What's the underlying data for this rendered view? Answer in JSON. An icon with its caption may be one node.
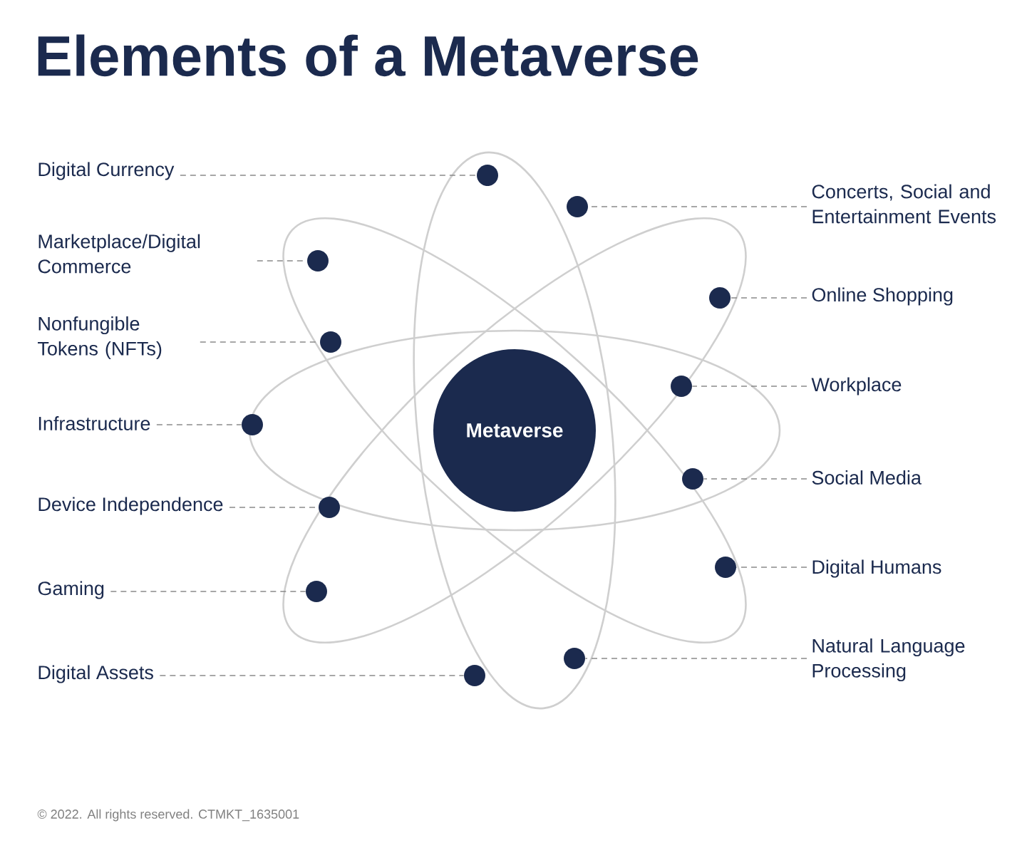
{
  "diagram": {
    "title": "Elements of a Metaverse",
    "nodes": [
      {
        "text": [
          "Metaverse"
        ]
      },
      {
        "text": [
          "Digital Currency"
        ]
      },
      {
        "text": [
          "Marketplace/Digital Commerce"
        ]
      },
      {
        "text": [
          "Nonfungible Tokens (NFTs)"
        ]
      },
      {
        "text": [
          "Infrastructure"
        ]
      },
      {
        "text": [
          "Device Independence"
        ]
      },
      {
        "text": [
          "Gaming"
        ]
      },
      {
        "text": [
          "Digital Assets"
        ]
      },
      {
        "text": [
          "Concerts, Social and Entertainment Events"
        ]
      },
      {
        "text": [
          "Online Shopping"
        ]
      },
      {
        "text": [
          "Workplace"
        ]
      },
      {
        "text": [
          "Social Media"
        ]
      },
      {
        "text": [
          "Digital Humans"
        ]
      },
      {
        "text": [
          "Natural Language Processing"
        ]
      },
      {
        "text": [],
        "shape": "circle"
      },
      {
        "text": [],
        "shape": "circle"
      },
      {
        "text": [],
        "shape": "circle"
      },
      {
        "text": [],
        "shape": "circle"
      },
      {
        "text": [],
        "shape": "circle"
      },
      {
        "text": [],
        "shape": "circle"
      },
      {
        "text": [],
        "shape": "circle"
      },
      {
        "text": [],
        "shape": "circle"
      },
      {
        "text": [],
        "shape": "circle"
      },
      {
        "text": [],
        "shape": "circle"
      },
      {
        "text": [],
        "shape": "circle"
      },
      {
        "text": [],
        "shape": "circle"
      },
      {
        "text": [],
        "shape": "circle"
      }
    ],
    "edges": [
      {
        "from": 1,
        "to": 14,
        "arrow": "none",
        "style": "dashed"
      },
      {
        "from": 2,
        "to": 15,
        "arrow": "none",
        "style": "dashed"
      },
      {
        "from": 3,
        "to": 16,
        "arrow": "none",
        "style": "dashed"
      },
      {
        "from": 4,
        "to": 17,
        "arrow": "none",
        "style": "dashed"
      },
      {
        "from": 5,
        "to": 18,
        "arrow": "none",
        "style": "dashed"
      },
      {
        "from": 6,
        "to": 19,
        "arrow": "none",
        "style": "dashed"
      },
      {
        "from": 7,
        "to": 20,
        "arrow": "none",
        "style": "dashed"
      },
      {
        "from": 8,
        "to": 21,
        "arrow": "none",
        "style": "dashed"
      },
      {
        "from": 9,
        "to": 22,
        "arrow": "none",
        "style": "dashed"
      },
      {
        "from": 10,
        "to": 23,
        "arrow": "none",
        "style": "dashed"
      },
      {
        "from": 11,
        "to": 24,
        "arrow": "none",
        "style": "dashed"
      },
      {
        "from": 12,
        "to": 25,
        "arrow": "none",
        "style": "dashed"
      },
      {
        "from": 13,
        "to": 26,
        "arrow": "none",
        "style": "dashed"
      }
    ],
    "labels": [
      "© 2022. All rights reserved. CTMKT_1635001"
    ]
  }
}
